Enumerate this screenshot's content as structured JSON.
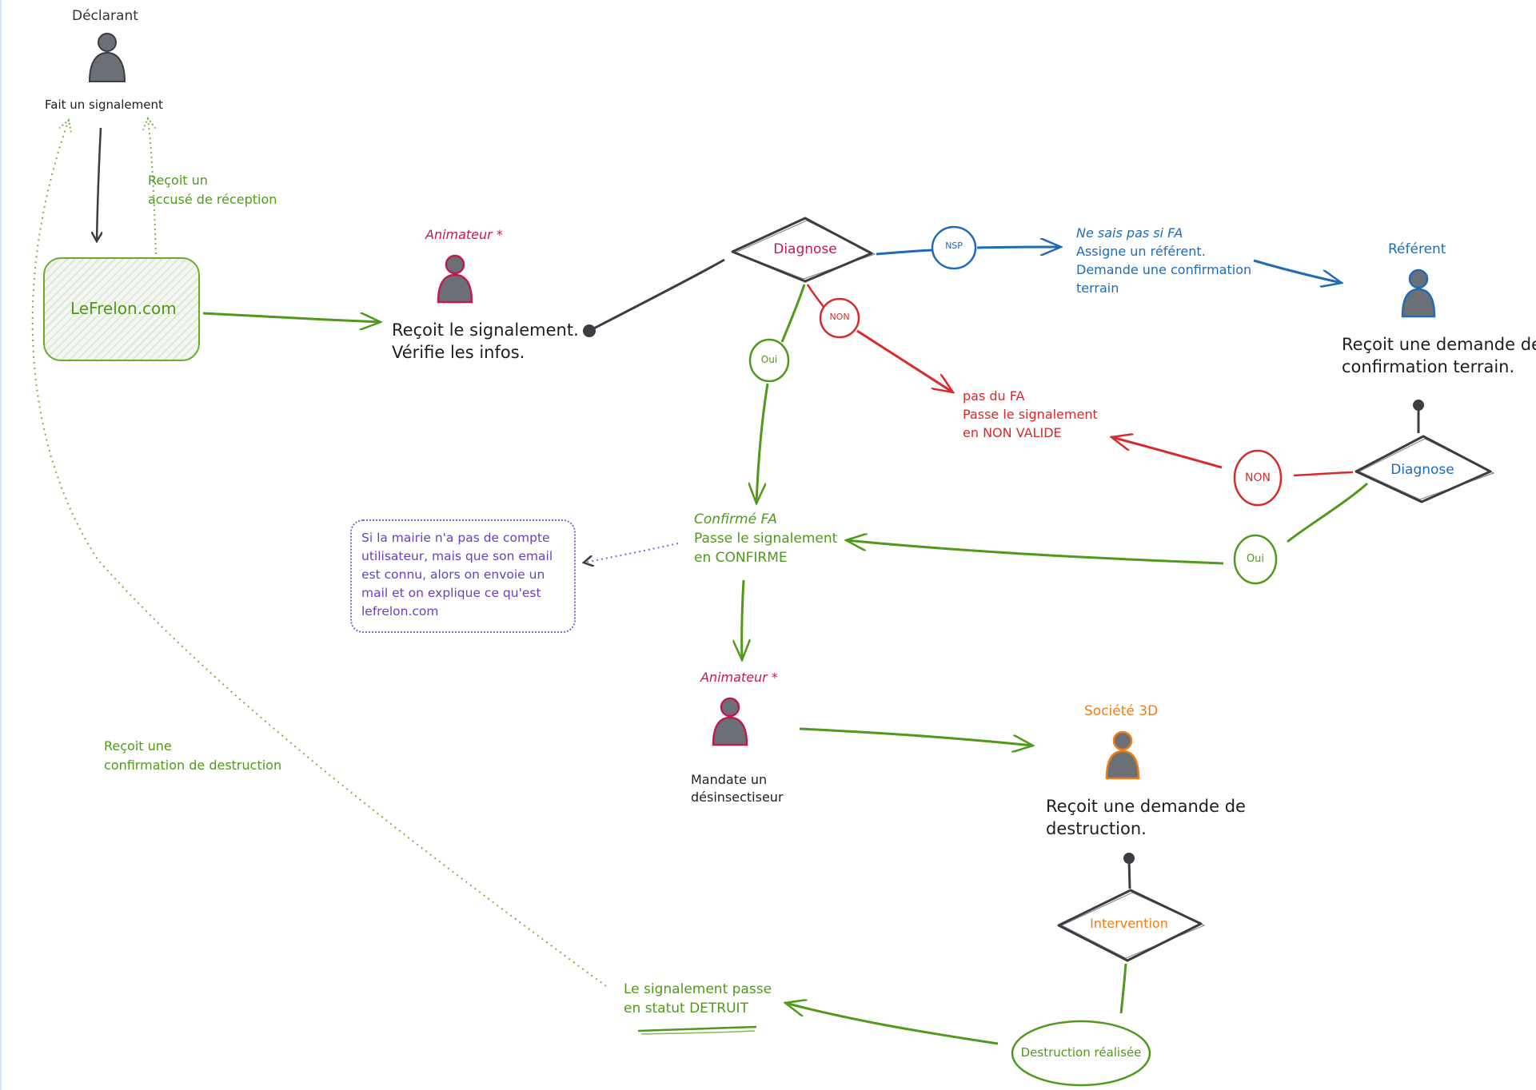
{
  "declarant": {
    "role": "Déclarant",
    "action": "Fait un signalement",
    "receipt": [
      "Reçoit un",
      "accusé de réception"
    ],
    "destruction_confirmation": [
      "Reçoit une",
      "confirmation de destruction"
    ]
  },
  "site": {
    "name": "LeFrelon.com"
  },
  "animateur_1": {
    "role": "Animateur *",
    "action": [
      "Reçoit le signalement.",
      "Vérifie les infos."
    ]
  },
  "diagnose_1": {
    "label": "Diagnose",
    "nsp": "NSP",
    "non": "NON",
    "oui": "Oui"
  },
  "nsp_outcome": [
    "Ne sais pas si FA",
    "Assigne un référent.",
    "Demande une confirmation",
    "terrain"
  ],
  "referent": {
    "role": "Référent",
    "action": [
      "Reçoit une demande de",
      "confirmation terrain."
    ]
  },
  "non_outcome": [
    "pas du FA",
    "Passe le signalement",
    "en NON VALIDE"
  ],
  "diagnose_2": {
    "label": "Diagnose",
    "non": "NON",
    "oui": "Oui"
  },
  "confirmed_outcome": [
    "Confirmé FA",
    "Passe le signalement",
    "en CONFIRME"
  ],
  "mairie_note": [
    "Si la mairie n'a pas de compte",
    "utilisateur, mais que son email",
    "est connu, alors on envoie un",
    "mail et on explique ce qu'est",
    "lefrelon.com"
  ],
  "animateur_2": {
    "role": "Animateur *",
    "action": [
      "Mandate un",
      "désinsectiseur"
    ]
  },
  "societe": {
    "role": "Société 3D",
    "action": [
      "Reçoit une demande de",
      "destruction."
    ]
  },
  "intervention": {
    "label": "Intervention"
  },
  "destruction": {
    "label": "Destruction réalisée"
  },
  "detruit_outcome": [
    "Le signalement passe",
    "en statut DETRUIT"
  ],
  "colors": {
    "black": "#1e1e1e",
    "green": "#4f9a1a",
    "red": "#d82a2a",
    "blue": "#1f6bb8",
    "purple": "#6a3fc0",
    "magenta": "#c21a4f",
    "orange": "#f07c14",
    "person_fill": "#6b6f76"
  }
}
